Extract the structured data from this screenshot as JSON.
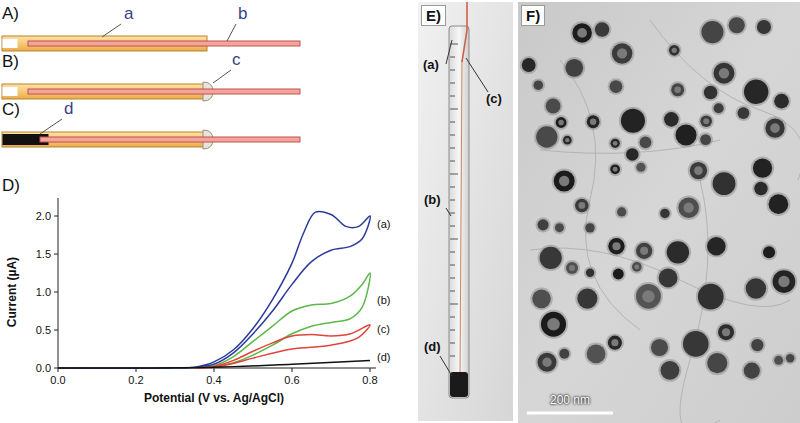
{
  "diagram": {
    "labels": [
      "A)",
      "a",
      "b",
      "B)",
      "c",
      "C)",
      "d",
      "D)",
      "2.0",
      "1.5",
      "1.0",
      "0.5",
      "0.0",
      "Current (µA)",
      "0.0",
      "0.2",
      "0.4",
      "0.6",
      "0.8",
      "Potential (V vs. Ag/AgCl)",
      "(a)",
      "(b)",
      "(c)",
      "(d)",
      "E)",
      "(a)",
      "(c)",
      "(b)",
      "(d)",
      "F)",
      "200 nm"
    ]
  }
}
